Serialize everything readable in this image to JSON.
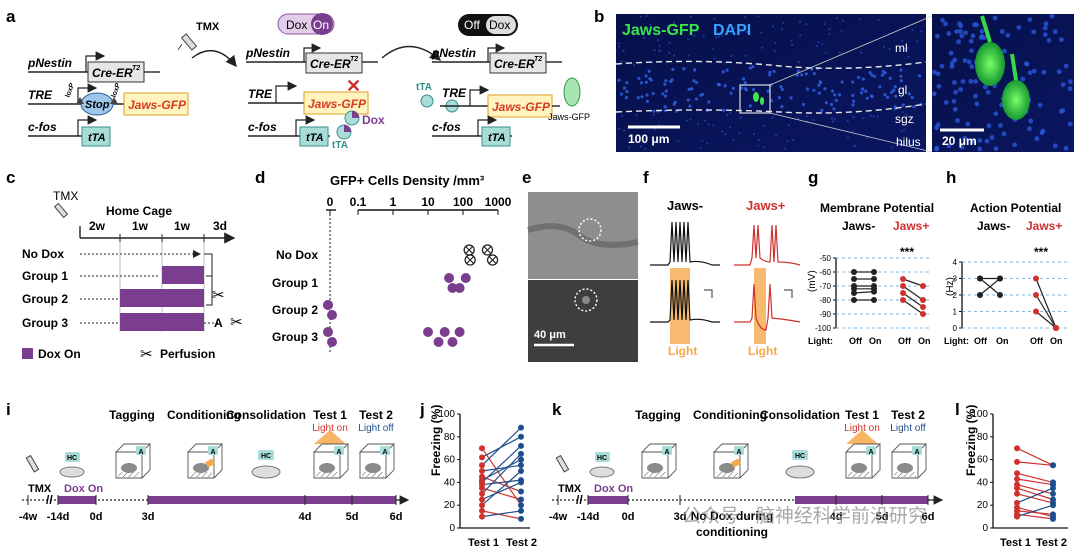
{
  "panel_labels": {
    "a": "a",
    "b": "b",
    "c": "c",
    "d": "d",
    "e": "e",
    "f": "f",
    "g": "g",
    "h": "h",
    "i": "i",
    "j": "j",
    "k": "k",
    "l": "l"
  },
  "panel_a": {
    "tmx": "TMX",
    "pill_dox_on": {
      "left": "Dox",
      "right": "On"
    },
    "pill_off_dox": {
      "left": "Off",
      "right": "Dox"
    },
    "pnestin": "pNestin",
    "cre": "Cre-ER",
    "t2": "T2",
    "tre": "TRE",
    "stop": "Stop",
    "loxp": "loxP",
    "jaws_gfp": "Jaws-GFP",
    "cfos": "c-fos",
    "tta": "tTA",
    "dox": "Dox",
    "gfp_label": "Jaws-GFP"
  },
  "panel_b": {
    "title_green": "Jaws-GFP",
    "title_blue": "DAPI",
    "ml": "ml",
    "gl": "gl",
    "sgz": "sgz",
    "hilus": "hilus",
    "scale_main": "100 μm",
    "scale_inset": "20 μm"
  },
  "panel_c": {
    "tmx": "TMX",
    "home_cage": "Home Cage",
    "d2w": "2w",
    "d1wa": "1w",
    "d1wb": "1w",
    "d3d": "3d",
    "groups": [
      "No Dox",
      "Group 1",
      "Group 2",
      "Group 3"
    ],
    "context": "A",
    "legend_dox": "Dox On",
    "legend_perf": "Perfusion"
  },
  "panel_d": {
    "title": "GFP+ Cells Density /mm³",
    "ticks": [
      "0",
      "0.1",
      "1",
      "10",
      "100",
      "1000"
    ],
    "rows": [
      "No Dox",
      "Group 1",
      "Group 2",
      "Group 3"
    ]
  },
  "panel_e": {
    "scale": "40 μm"
  },
  "panel_f": {
    "left": "Jaws-",
    "right": "Jaws+",
    "light_left": "Light",
    "light_right": "Light"
  },
  "panel_g": {
    "title": "Membrane Potential",
    "neg": "Jaws-",
    "pos": "Jaws+",
    "ylabel": "(mV)",
    "sig": "***",
    "yticks": [
      "-50",
      "-60",
      "-70",
      "-80",
      "-90",
      "-100"
    ],
    "xlabel": "Light:",
    "off": "Off",
    "on": "On"
  },
  "panel_h": {
    "title": "Action Potential",
    "neg": "Jaws-",
    "pos": "Jaws+",
    "ylabel": "(Hz)",
    "sig": "***",
    "yticks": [
      "4",
      "3",
      "2",
      "1",
      "0"
    ],
    "xlabel": "Light:",
    "off": "Off",
    "on": "On"
  },
  "panel_i": {
    "stages": [
      "Tagging",
      "Conditioning",
      "Consolidation",
      "Test 1",
      "Test 2"
    ],
    "light_on": "Light on",
    "light_off": "Light off",
    "tmx": "TMX",
    "dox_on": "Dox On",
    "hc": "HC",
    "ctx": "A",
    "days": [
      "-4w",
      "-14d",
      "0d",
      "3d",
      "4d",
      "5d",
      "6d"
    ]
  },
  "panel_k": {
    "stages": [
      "Tagging",
      "Conditioning",
      "Consolidation",
      "Test 1",
      "Test 2"
    ],
    "light_on": "Light on",
    "light_off": "Light off",
    "tmx": "TMX",
    "dox_on": "Dox On",
    "hc": "HC",
    "ctx": "A",
    "days": [
      "-4w",
      "-14d",
      "0d",
      "3d",
      "4d",
      "5d",
      "6d"
    ],
    "note1": "No Dox during",
    "note2": "conditioning",
    "watermark": "公众号 · 脑神经科学前沿研究"
  },
  "panel_j": {
    "ylabel": "Freezing (%)",
    "yticks": [
      "0",
      "20",
      "40",
      "60",
      "80",
      "100"
    ],
    "xticks": [
      "Test 1",
      "Test 2"
    ]
  },
  "panel_l": {
    "ylabel": "Freezing (%)",
    "yticks": [
      "0",
      "20",
      "40",
      "60",
      "80",
      "100"
    ],
    "xticks": [
      "Test 1",
      "Test 2"
    ]
  },
  "colors": {
    "purple": "#7b3d8e",
    "red": "#d0312d",
    "blue": "#1f4e8c",
    "orange": "#f5a94a",
    "teal": "#a8dcd8",
    "green": "#39e64a"
  },
  "chart_data": [
    {
      "type": "scatter",
      "title": "GFP+ Cells Density /mm³",
      "xscale": "log",
      "categories": [
        "No Dox",
        "Group 1",
        "Group 2",
        "Group 3"
      ],
      "series": [
        {
          "category": "No Dox",
          "values": [
            150,
            160,
            500,
            700
          ]
        },
        {
          "category": "Group 1",
          "values": [
            40,
            80,
            120,
            50
          ]
        },
        {
          "category": "Group 2",
          "values": [
            0,
            0,
            0
          ]
        },
        {
          "category": "Group 3",
          "values": [
            0,
            0,
            10,
            20,
            30,
            50,
            80
          ]
        }
      ]
    },
    {
      "type": "line",
      "title": "Membrane Potential",
      "ylabel": "(mV)",
      "ylim": [
        -100,
        -50
      ],
      "categories": [
        "Off",
        "On"
      ],
      "series": [
        {
          "group": "Jaws-",
          "pairs": [
            [
              -60,
              -60
            ],
            [
              -65,
              -65
            ],
            [
              -70,
              -70
            ],
            [
              -72,
              -72
            ],
            [
              -75,
              -74
            ],
            [
              -80,
              -80
            ]
          ]
        },
        {
          "group": "Jaws+",
          "pairs": [
            [
              -65,
              -70
            ],
            [
              -70,
              -80
            ],
            [
              -75,
              -85
            ],
            [
              -80,
              -90
            ]
          ]
        }
      ]
    },
    {
      "type": "line",
      "title": "Action Potential",
      "ylabel": "(Hz)",
      "ylim": [
        0,
        4
      ],
      "categories": [
        "Off",
        "On"
      ],
      "series": [
        {
          "group": "Jaws-",
          "pairs": [
            [
              2,
              3
            ],
            [
              3,
              2
            ],
            [
              3,
              3
            ]
          ]
        },
        {
          "group": "Jaws+",
          "pairs": [
            [
              3,
              0
            ],
            [
              2,
              0
            ],
            [
              1,
              0
            ]
          ]
        }
      ]
    },
    {
      "type": "line",
      "ylabel": "Freezing (%)",
      "ylim": [
        0,
        100
      ],
      "categories": [
        "Test 1",
        "Test 2"
      ],
      "pairs": [
        [
          70,
          20
        ],
        [
          62,
          80
        ],
        [
          55,
          88
        ],
        [
          50,
          55
        ],
        [
          45,
          32
        ],
        [
          42,
          60
        ],
        [
          40,
          72
        ],
        [
          38,
          42
        ],
        [
          35,
          25
        ],
        [
          30,
          65
        ],
        [
          25,
          40
        ],
        [
          20,
          50
        ],
        [
          15,
          8
        ],
        [
          10,
          15
        ]
      ]
    },
    {
      "type": "line",
      "ylabel": "Freezing (%)",
      "ylim": [
        0,
        100
      ],
      "categories": [
        "Test 1",
        "Test 2"
      ],
      "pairs": [
        [
          70,
          55
        ],
        [
          58,
          55
        ],
        [
          48,
          40
        ],
        [
          43,
          38
        ],
        [
          38,
          30
        ],
        [
          35,
          25
        ],
        [
          30,
          22
        ],
        [
          22,
          35
        ],
        [
          18,
          10
        ],
        [
          15,
          12
        ],
        [
          12,
          8
        ],
        [
          10,
          20
        ]
      ]
    }
  ]
}
